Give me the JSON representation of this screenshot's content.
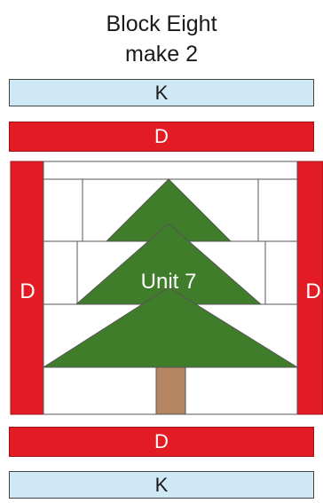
{
  "title": {
    "line1": "Block Eight",
    "line2": "make 2"
  },
  "strips": {
    "top_k": "K",
    "top_d": "D",
    "left_d": "D",
    "right_d": "D",
    "bottom_d": "D",
    "bottom_k": "K"
  },
  "center_unit_label": "Unit 7",
  "colors": {
    "strip_k": "#cfe8f6",
    "strip_d": "#e21b24",
    "tree_green": "#3f7d2a",
    "trunk": "#b58562",
    "background": "#ffffff",
    "outline": "#444444"
  }
}
